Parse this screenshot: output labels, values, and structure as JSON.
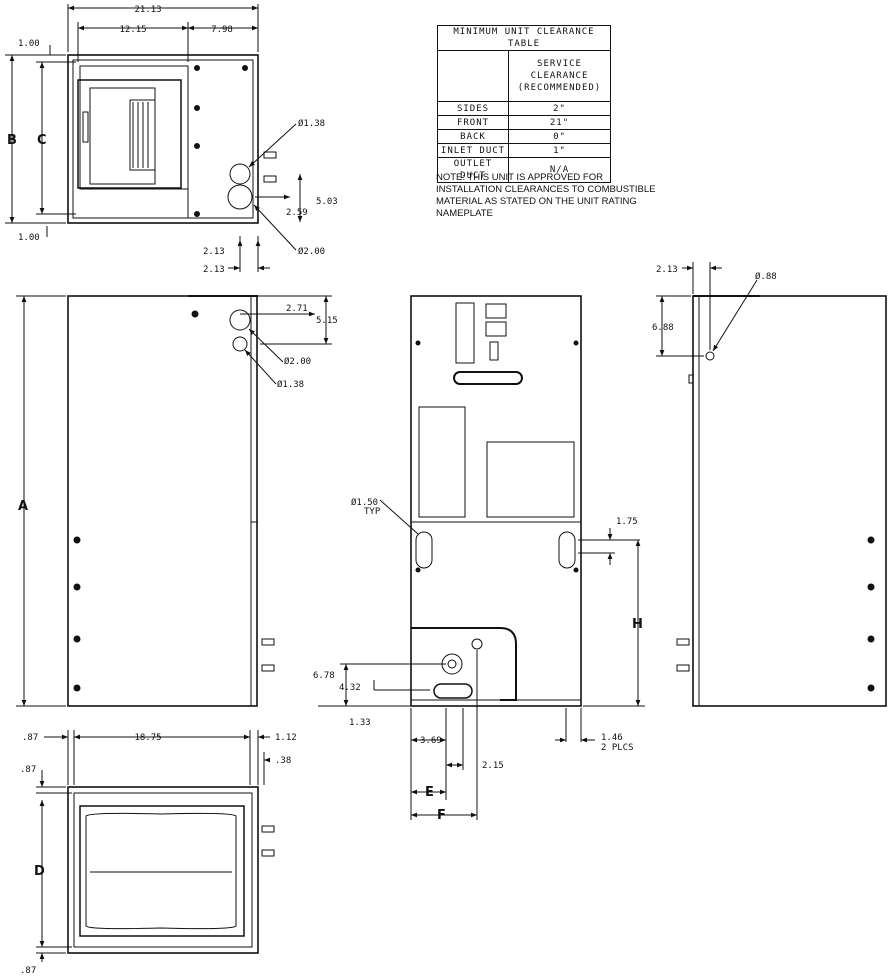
{
  "table": {
    "title": "MINIMUM UNIT CLEARANCE TABLE",
    "header": "SERVICE CLEARANCE (RECOMMENDED)",
    "rows": [
      {
        "label": "SIDES",
        "value": "2\""
      },
      {
        "label": "FRONT",
        "value": "21\""
      },
      {
        "label": "BACK",
        "value": "0\""
      },
      {
        "label": "INLET DUCT",
        "value": "1\""
      },
      {
        "label": "OUTLET DUCT",
        "value": "N/A"
      }
    ]
  },
  "note": "NOTE: THIS UNIT IS APPROVED FOR INSTALLATION CLEARANCES TO COMBUSTIBLE MATERIAL AS STATED ON THE UNIT RATING NAMEPLATE",
  "top_view": {
    "overall_width": "21.13",
    "left_margin": "1.00",
    "left_span": "12.15",
    "right_span": "7.98",
    "label_b": "B",
    "label_c": "C",
    "bottom_margin": "1.00",
    "dia_upper": "Ø1.38",
    "dia_lower": "Ø2.00",
    "height_503": "5.03",
    "offset_259": "2.59",
    "offset_213": "2.13"
  },
  "side_view_left": {
    "offset_213": "2.13",
    "offset_271": "2.71",
    "height_515": "5.15",
    "dia_200": "Ø2.00",
    "dia_138": "Ø1.38",
    "label_a": "A"
  },
  "front_view": {
    "dia_150": "Ø1.50",
    "typ": "TYP",
    "dim_175": "1.75",
    "label_h": "H",
    "dim_678": "6.78",
    "dim_432": "4.32",
    "dim_133": "1.33",
    "dim_369": "3.69",
    "dim_215": "2.15",
    "dim_146": "1.46",
    "plcs": "2 PLCS",
    "label_e": "E",
    "label_f": "F"
  },
  "side_view_right": {
    "dim_213": "2.13",
    "dia_88": "Ø.88",
    "dim_688": "6.88"
  },
  "bottom_view": {
    "dim_87_left": ".87",
    "width_1875": "18.75",
    "dim_112": "1.12",
    "dim_38": ".38",
    "dim_87_top": ".87",
    "label_d": "D",
    "dim_87_bottom": ".87"
  }
}
